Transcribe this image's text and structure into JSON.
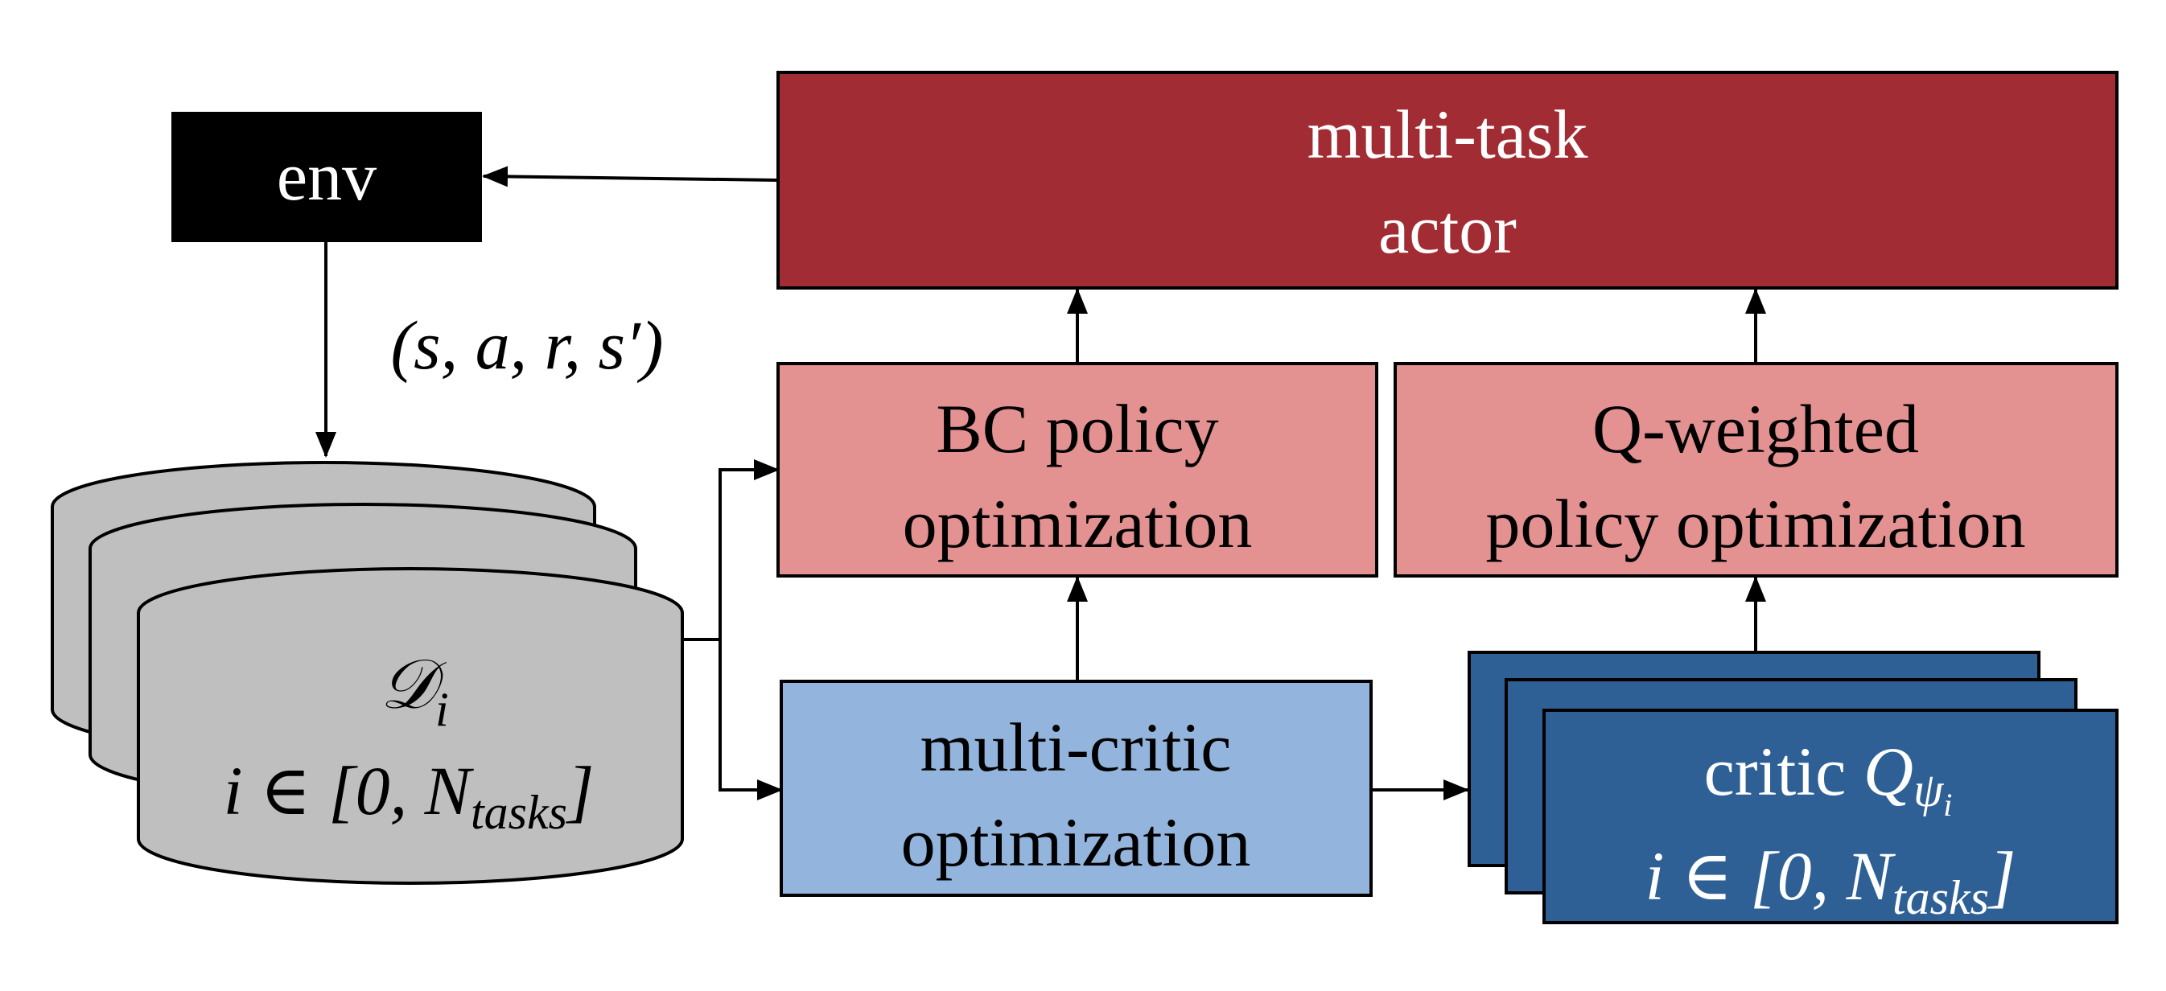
{
  "colors": {
    "actor": "#a12c33",
    "policy": "#e49192",
    "critic_opt": "#93b4dc",
    "critic": "#2e6096",
    "dataset": "#bfbfbf",
    "env": "#000000",
    "stroke": "#000000"
  },
  "env": {
    "label": "env"
  },
  "transition": {
    "label": "(s, a, r, s′)"
  },
  "dataset": {
    "name_sym": "𝒟",
    "name_sub": "i",
    "range_prefix": "i ∈ [0, N",
    "range_sub": "tasks",
    "range_suffix": "]"
  },
  "actor": {
    "line1": "multi-task",
    "line2": "actor"
  },
  "bc_policy": {
    "line1": "BC policy",
    "line2": "optimization"
  },
  "q_policy": {
    "line1": "Q-weighted",
    "line2": "policy optimization"
  },
  "multi_critic": {
    "line1": "multi-critic",
    "line2": "optimization"
  },
  "critic": {
    "prefix": "critic ",
    "q_sym": "Q",
    "q_sub": "ψ",
    "q_subsub": "i",
    "range_prefix": "i ∈ [0, N",
    "range_sub": "tasks",
    "range_suffix": "]"
  }
}
